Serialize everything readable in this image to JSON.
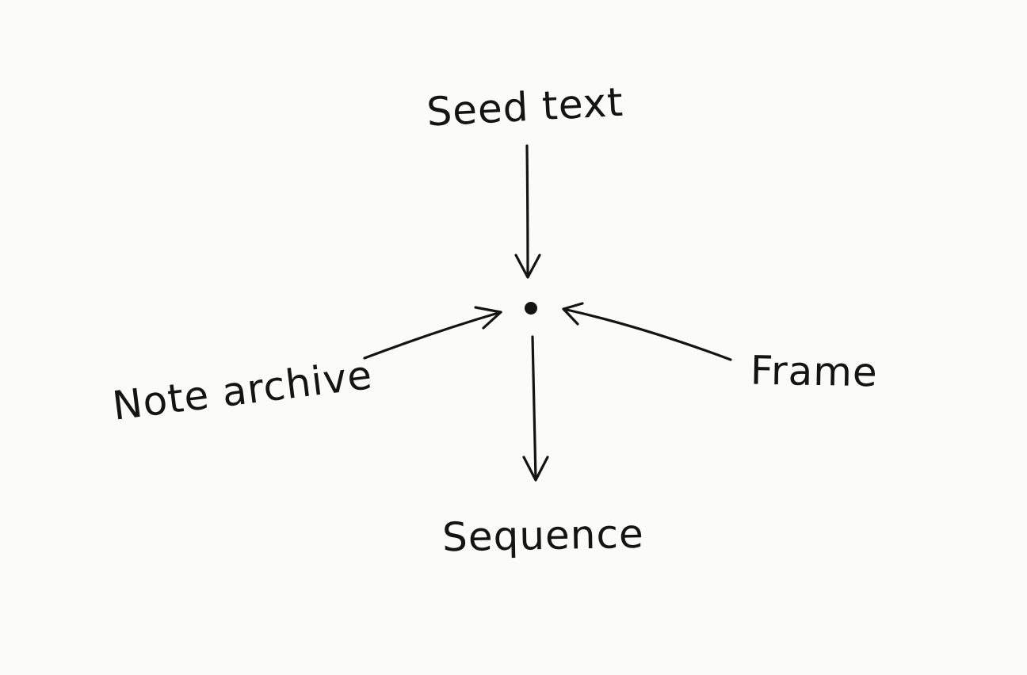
{
  "diagram": {
    "nodes": {
      "seed_text": "Seed text",
      "note_archive": "Note archive",
      "frame": "Frame",
      "sequence": "Sequence"
    },
    "edges": [
      {
        "from": "seed_text",
        "to": "center"
      },
      {
        "from": "note_archive",
        "to": "center"
      },
      {
        "from": "frame",
        "to": "center"
      },
      {
        "from": "center",
        "to": "sequence"
      }
    ],
    "colors": {
      "ink": "#141414",
      "background": "#fbfbfa"
    }
  }
}
